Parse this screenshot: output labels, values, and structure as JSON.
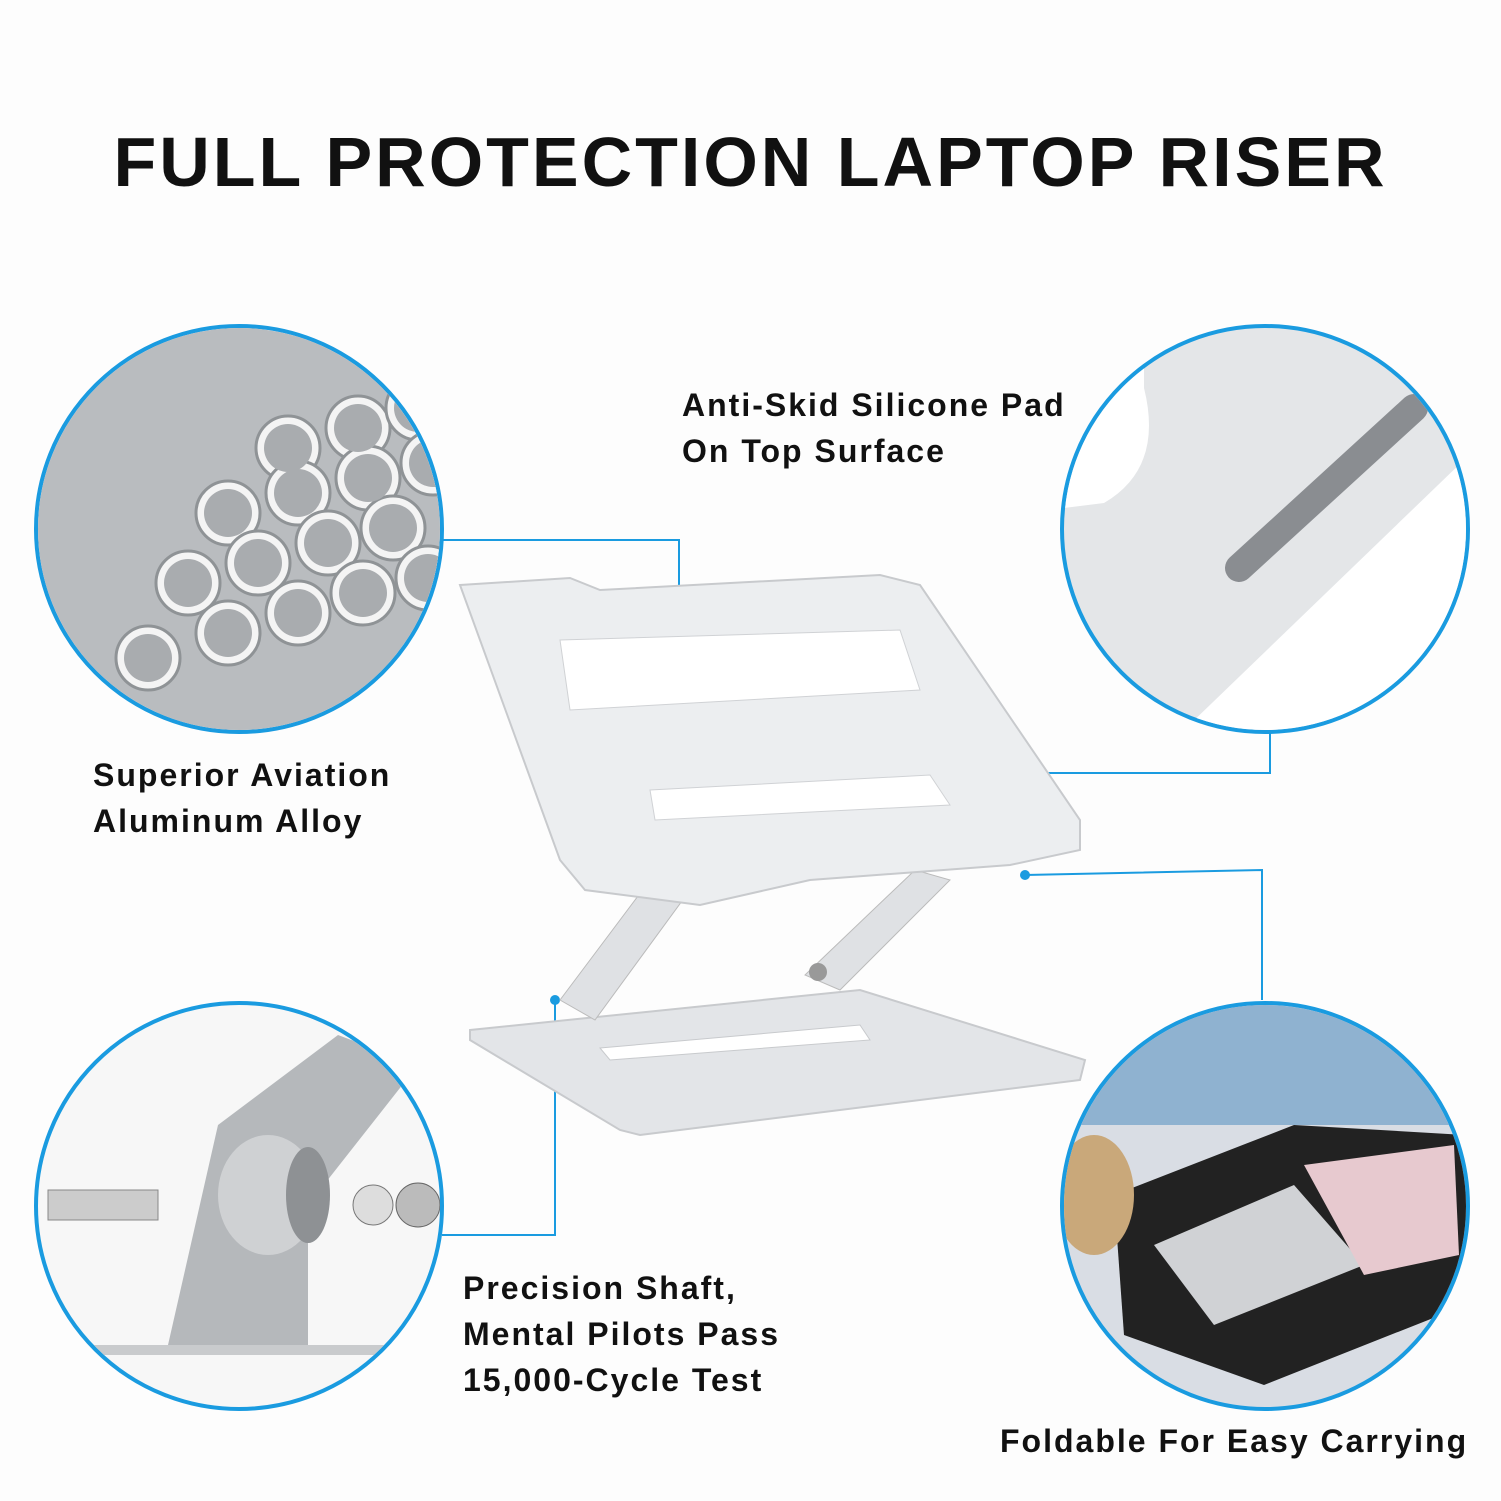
{
  "title": "FULL PROTECTION LAPTOP RISER",
  "features": {
    "silicone_pad": [
      "Anti-Skid Silicone Pad",
      "On Top Surface"
    ],
    "aluminum": [
      "Superior Aviation",
      "Aluminum Alloy"
    ],
    "shaft": [
      "Precision Shaft,",
      "Mental Pilots Pass",
      "15,000-Cycle Test"
    ],
    "foldable": [
      "Foldable For Easy Carrying"
    ]
  },
  "colors": {
    "accent": "#1a9be0",
    "text": "#111111",
    "metal": "#d9dbde"
  }
}
